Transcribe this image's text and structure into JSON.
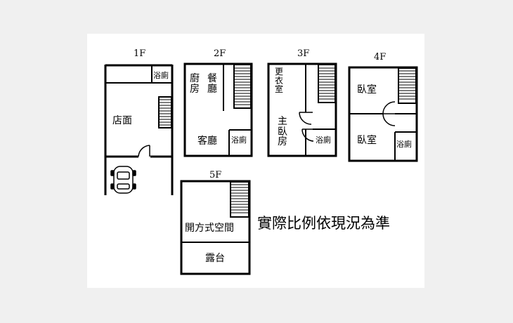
{
  "floors": {
    "f1": {
      "title": "1F",
      "rooms": {
        "bath": "浴廁",
        "shop": "店面"
      }
    },
    "f2": {
      "title": "2F",
      "rooms": {
        "kitchen": "廚房",
        "dining": "餐廳",
        "living": "客廳",
        "bath": "浴廁"
      }
    },
    "f3": {
      "title": "3F",
      "rooms": {
        "dressing": "更衣室",
        "master": "主臥房",
        "bath": "浴廁"
      }
    },
    "f4": {
      "title": "4F",
      "rooms": {
        "bedroom1": "臥室",
        "bedroom2": "臥室",
        "bath": "浴廁"
      }
    },
    "f5": {
      "title": "5F",
      "rooms": {
        "open_space": "開方式空間",
        "terrace": "露台"
      }
    }
  },
  "note": "實際比例依現況為準"
}
